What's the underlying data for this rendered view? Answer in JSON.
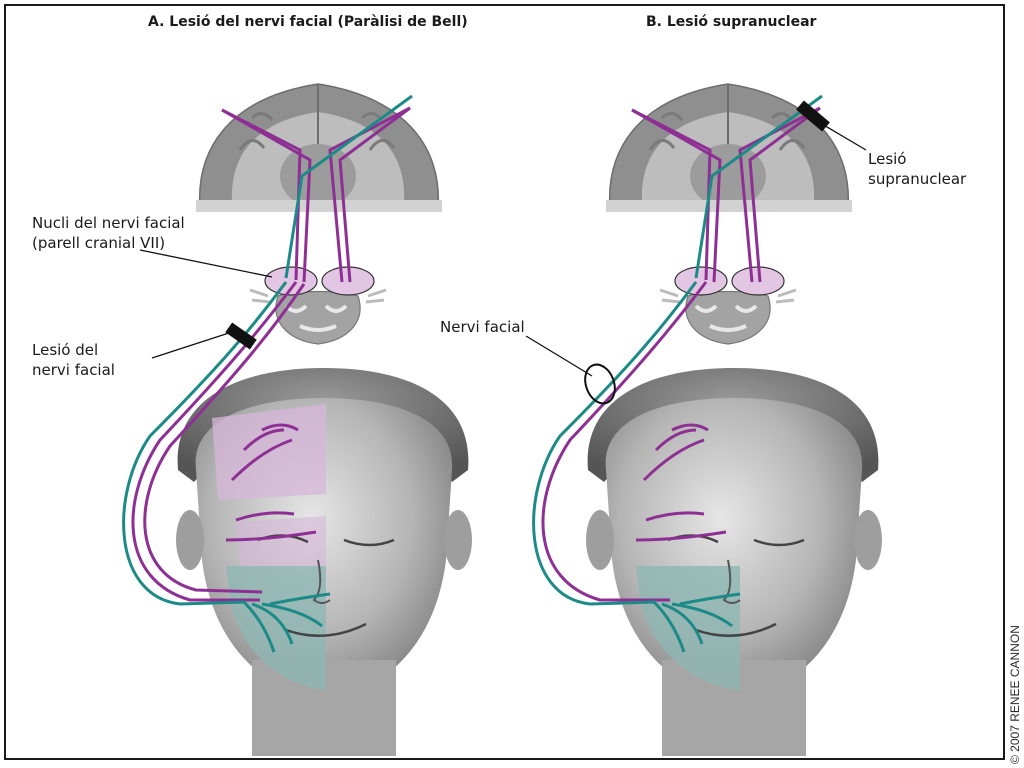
{
  "panel_a": {
    "title": "A. Lesió del nervi facial (Paràlisi de Bell)",
    "nucleus_label_line1": "Nucli del nervi facial",
    "nucleus_label_line2": "(parell cranial VII)",
    "lesion_label_line1": "Lesió del",
    "lesion_label_line2": "nervi facial"
  },
  "panel_b": {
    "title": "B. Lesió supranuclear",
    "nerve_label": "Nervi facial",
    "lesion_label_line1": "Lesió",
    "lesion_label_line2": "supranuclear"
  },
  "copyright": "© 2007 RENEE CANNON",
  "colors": {
    "upper_motor_pathway": "#8e2f94",
    "lower_motor_pathway": "#1c8a86",
    "brain_gray": "#8f8f8f",
    "brain_light": "#c9c9c9",
    "face_gray": "#a8a8a8",
    "paralysis_tint_upper": "#d7b6d9",
    "paralysis_tint_lower": "#8fb7b4",
    "lesion_mark": "#111111"
  }
}
